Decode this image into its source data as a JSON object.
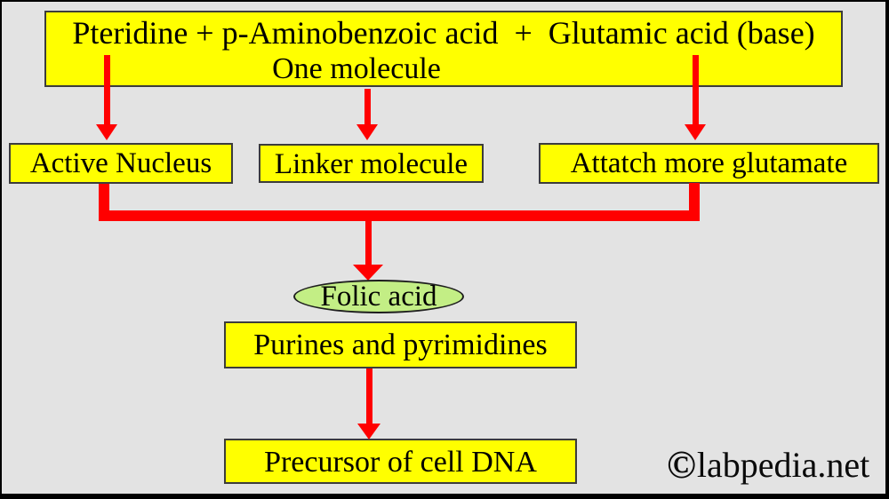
{
  "diagram": {
    "top_box": {
      "line1": "Pteridine + p-Aminobenzoic acid  +  Glutamic acid (base)",
      "line2": "One molecule"
    },
    "components": [
      {
        "label": "Active Nucleus"
      },
      {
        "label": "Linker molecule"
      },
      {
        "label": "Attatch more glutamate"
      }
    ],
    "product": {
      "label": "Folic acid"
    },
    "downstream": [
      {
        "label": "Purines and pyrimidines"
      },
      {
        "label": "Precursor of cell DNA"
      }
    ],
    "watermark": {
      "symbol": "©",
      "text": "labpedia.net"
    },
    "colors": {
      "background": "#e3e3e3",
      "box_fill": "#ffff00",
      "box_border": "#3c3c3c",
      "arrow": "#ff0000",
      "ellipse_fill": "#c3ee85",
      "frame": "#000000"
    }
  }
}
